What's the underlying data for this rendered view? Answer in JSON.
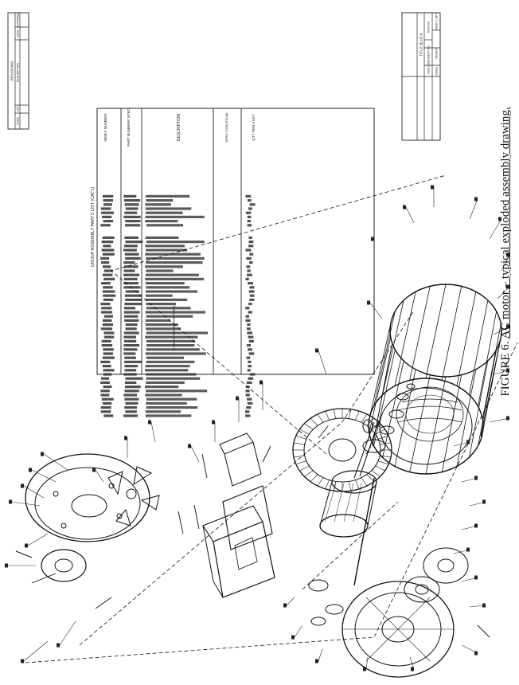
{
  "figure": {
    "number": "FIGURE 6.",
    "title": "AC motor – typical exploded assembly drawing."
  },
  "revisions": {
    "title": "REVISIONS",
    "columns": [
      "ZONE",
      "LTR",
      "DESCRIPTION",
      "DATE",
      "APPROVED"
    ]
  },
  "title_block": {
    "title": "TITLE BLOCK",
    "row1": [
      "SIZE",
      "CODE IDENT NO",
      "DWG NO"
    ],
    "row2": [
      "SCALE",
      "WEIGHT",
      "SHEET 1 OF 1"
    ]
  },
  "parts_list": {
    "title": "GROUP ASSEMBLY PARTS LIST (CAT'L)",
    "columns": [
      "INDEX NUMBER",
      "PART NUMBER/ SPEC",
      "DESCRIPTION",
      "MFRS CODE (FSCM)",
      "QTY PER ASSY"
    ],
    "note": "(• INDICATES REPAIR PART)"
  }
}
